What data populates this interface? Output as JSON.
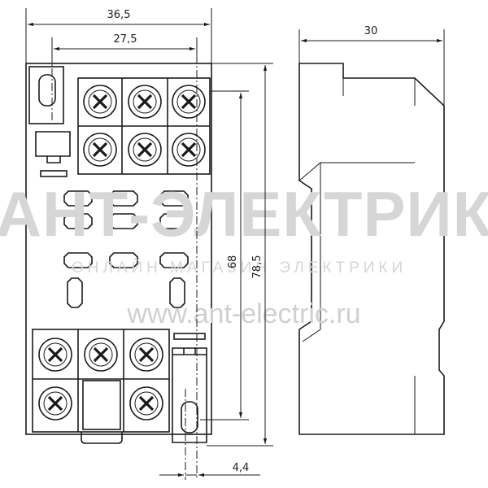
{
  "dimensions": {
    "overall_width": "36,5",
    "pitch_width": "27,5",
    "depth": "30",
    "height_inner": "68",
    "height_overall": "78,5",
    "mount_hole": "4,4"
  },
  "watermark": {
    "brand": "АНТ-ЭЛЕКТРИК",
    "tagline": "ОНЛАЙН МАГАЗИН ЭЛЕКТРИКИ",
    "url": "www.ant-electric.ru"
  },
  "colors": {
    "line": "#1a1a1a",
    "watermark": "#d6d6d6"
  }
}
